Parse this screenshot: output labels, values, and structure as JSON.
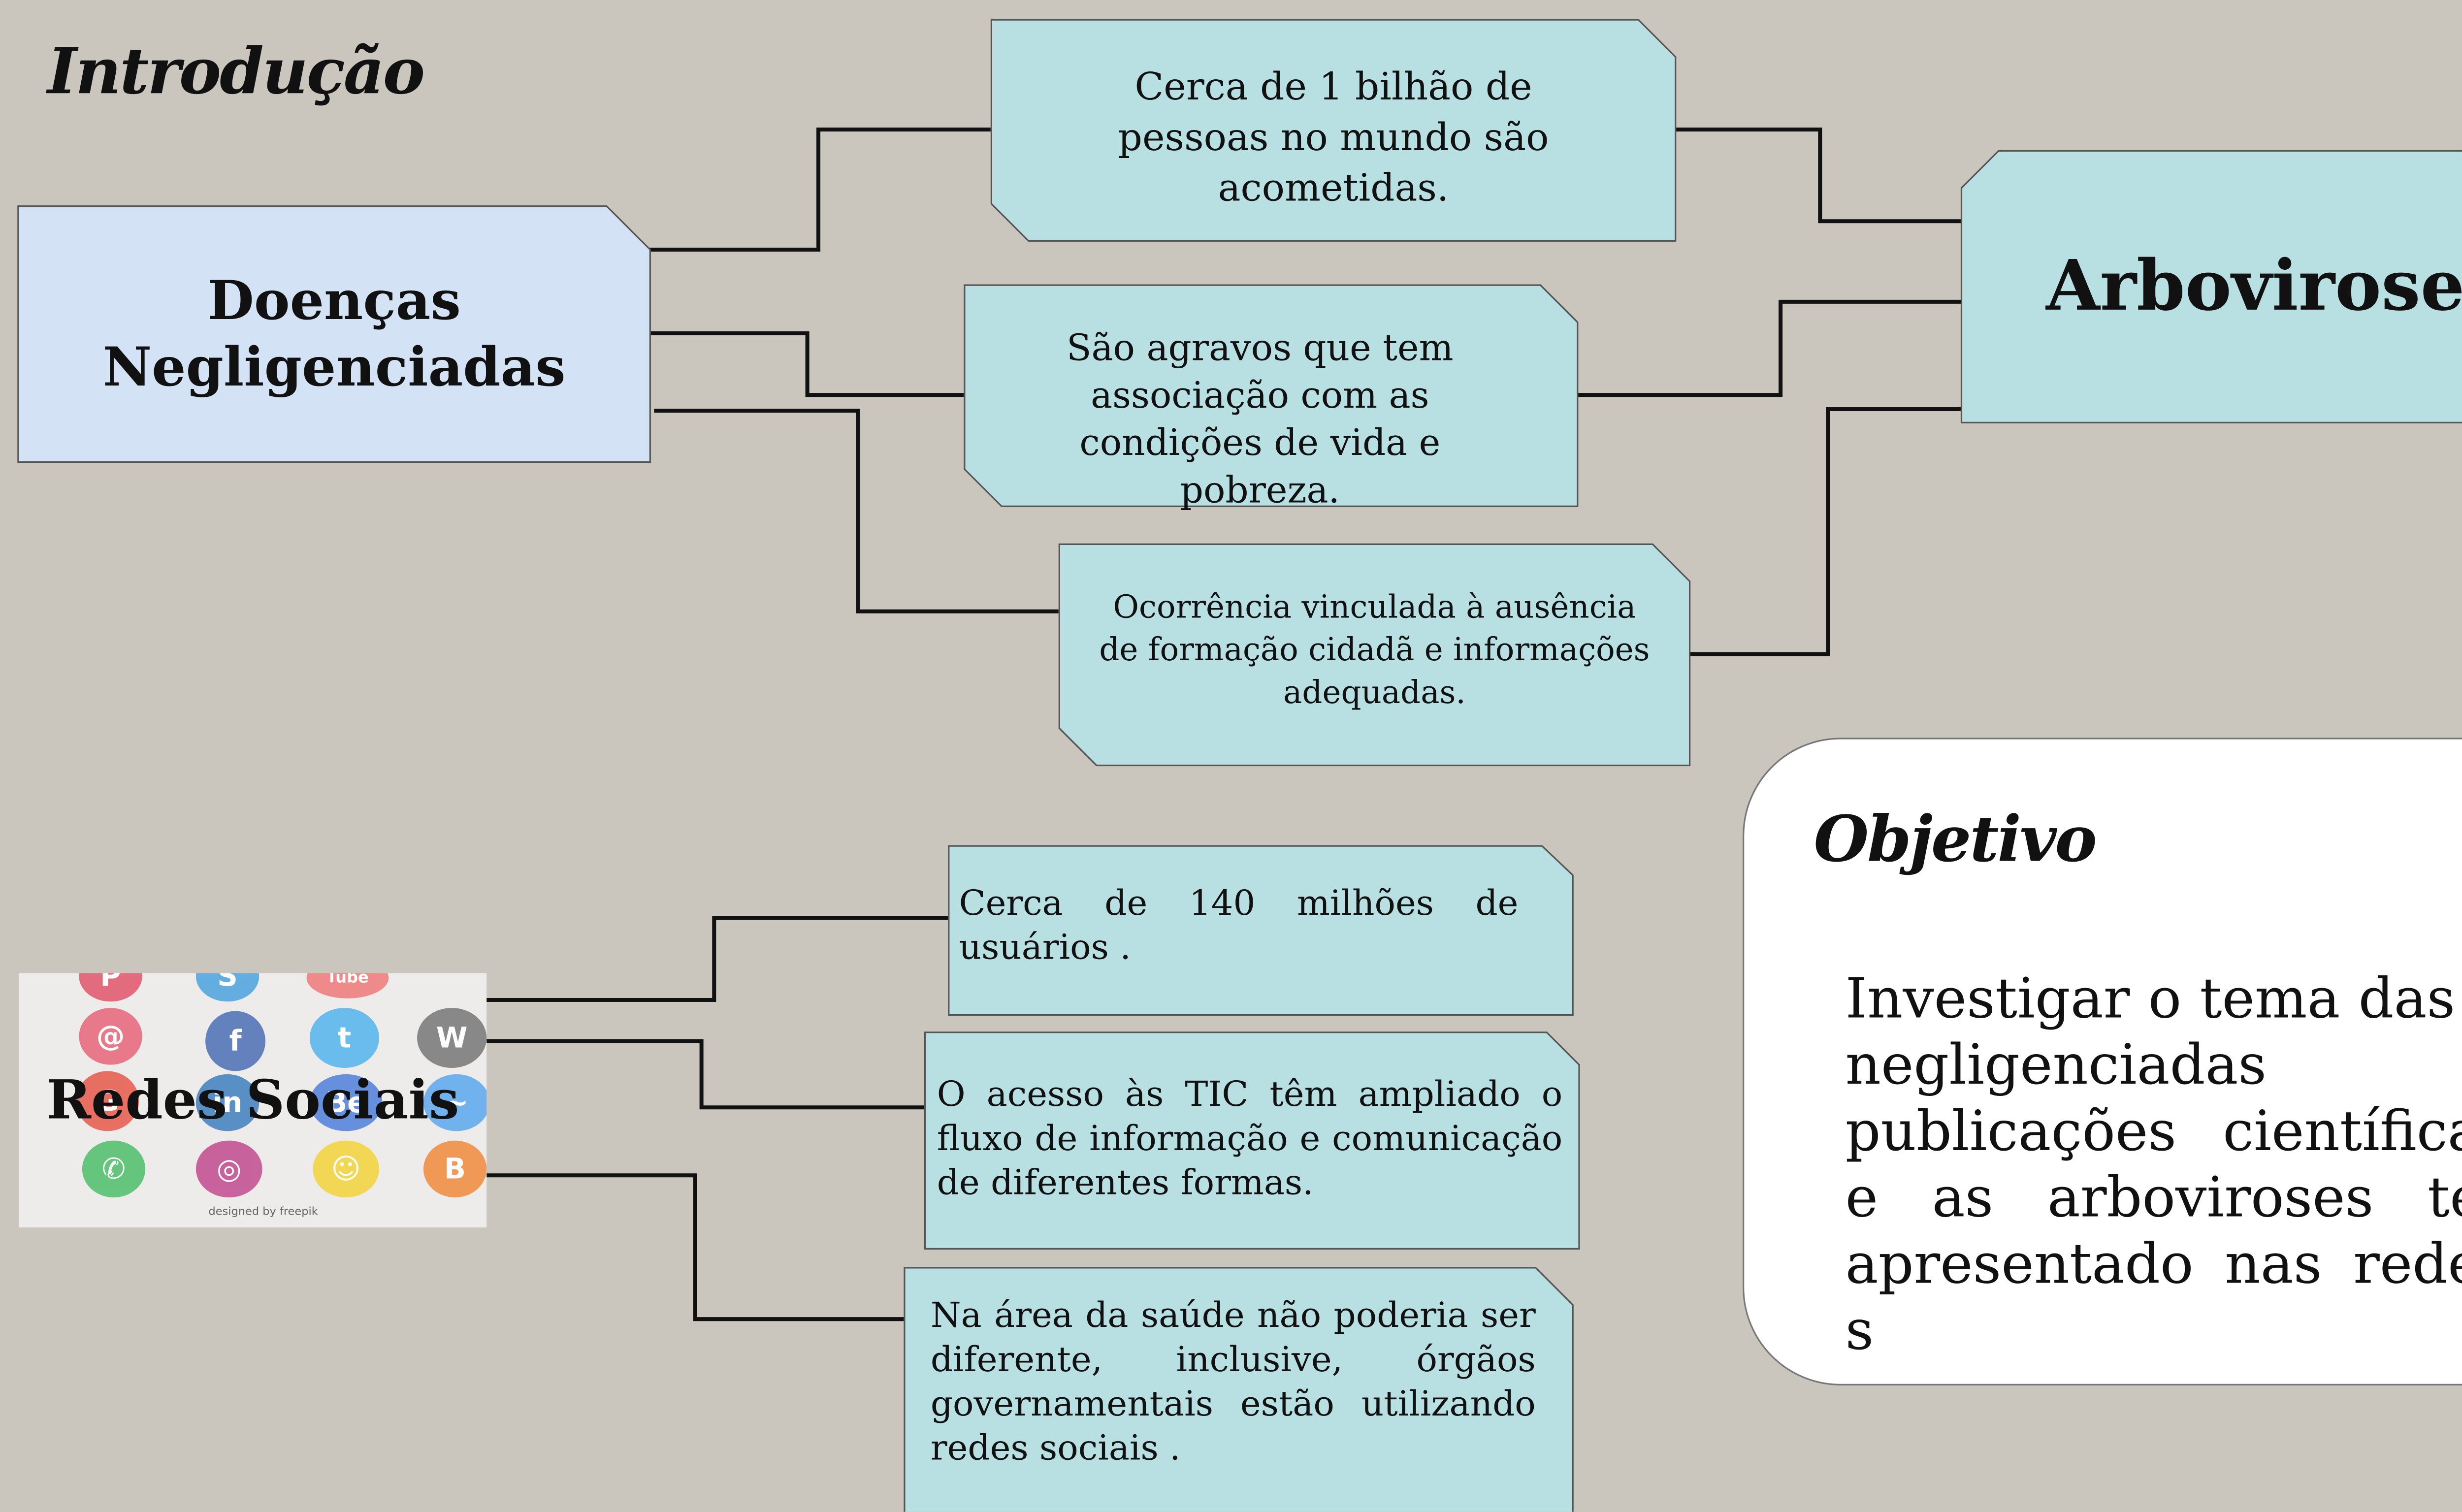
{
  "intro": {
    "title": "Introdução"
  },
  "main_nodes": {
    "doencas": "Doenças Negligenciadas",
    "arboviroses": "Arboviroses",
    "redes": "Redes Sociais"
  },
  "facts_top": [
    "Cerca de 1 bilhão de pessoas no mundo são acometidas.",
    "São agravos que tem associação com  as condições de vida e pobreza.",
    "Ocorrência vinculada à ausência de formação cidadã e informações adequadas."
  ],
  "facts_social": [
    "Cerca de 140 milhões de usuários .",
    "O acesso às TIC têm ampliado o fluxo de informação e comunicação de diferentes formas.",
    "Na área da saúde não poderia ser diferente, inclusive, órgãos governamentais estão utilizando redes sociais ."
  ],
  "objective": {
    "title": "Objetivo",
    "text": "Investigar o tema das d negligenciadas publicações científicas e as arboviroses ter apresentado nas redes s"
  },
  "image_credit": "designed by freepik",
  "icons": [
    "pinterest-icon",
    "skype-icon",
    "youtube-icon",
    "email-icon",
    "facebook-icon",
    "twitter-icon",
    "wikipedia-icon",
    "google-icon",
    "linkedin-icon",
    "behance-icon",
    "messenger-icon",
    "whatsapp-icon",
    "instagram-icon",
    "snapchat-icon",
    "blogger-icon"
  ],
  "colors": {
    "background": "#cac6be",
    "light_blue": "#d3e3f5",
    "teal": "#b8dfe2",
    "white": "#ffffff"
  }
}
